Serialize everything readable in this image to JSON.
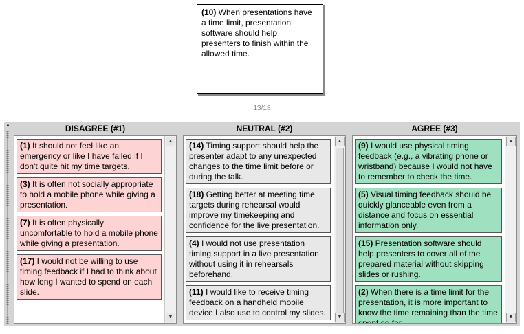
{
  "current_statement": {
    "number": "(10)",
    "text": " When presentations have a time limit, presentation software should help presenters to finish within the allowed time."
  },
  "counter": "13/18",
  "columns": [
    {
      "header": "DISAGREE (#1)",
      "cards": [
        {
          "number": "(1)",
          "text": " It should not feel like an emergency or like I have failed if I don't quite hit my time targets."
        },
        {
          "number": "(3)",
          "text": " It is often not socially appropriate to hold a mobile phone while giving a presentation."
        },
        {
          "number": "(7)",
          "text": " It is often physically uncomfortable to hold a mobile phone while giving a presentation."
        },
        {
          "number": "(17)",
          "text": " I would not be willing to use timing feedback if I had to think about how long I wanted to spend on each slide."
        }
      ]
    },
    {
      "header": "NEUTRAL (#2)",
      "cards": [
        {
          "number": "(14)",
          "text": " Timing support should help the presenter adapt to any unexpected changes to the time limit before or during the talk."
        },
        {
          "number": "(18)",
          "text": " Getting better at meeting time targets during rehearsal would improve my timekeeping and confidence for the live presentation."
        },
        {
          "number": "(4)",
          "text": " I would not use presentation timing support in a live presentation without using it in rehearsals beforehand."
        },
        {
          "number": "(11)",
          "text": " I would like to receive timing feedback on a handheld mobile device I also use to control my slides."
        }
      ]
    },
    {
      "header": "AGREE (#3)",
      "cards": [
        {
          "number": "(9)",
          "text": " I would use physical timing feedback (e.g., a vibrating phone or wristband) because I would not have to remember to check the time."
        },
        {
          "number": "(5)",
          "text": " Visual timing feedback should be quickly glanceable even from a distance and focus on essential information only."
        },
        {
          "number": "(15)",
          "text": " Presentation software should help presenters to cover all of the prepared material without skipping slides or rushing."
        },
        {
          "number": "(2)",
          "text": " When there is a time limit for the presentation, it is more important to know the time remaining than the time spent so far."
        }
      ]
    }
  ],
  "colors": {
    "disagree": "#fdd3d3",
    "neutral": "#e8e8e8",
    "agree": "#9fe0c0"
  },
  "icons": {
    "scroll_up": "triangle-up",
    "scroll_down": "triangle-down",
    "grip": "dotted-grip"
  }
}
